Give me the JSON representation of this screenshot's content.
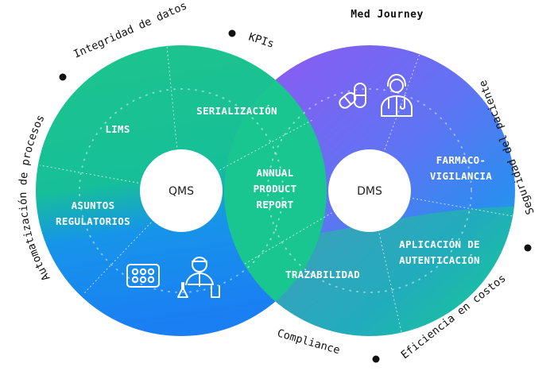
{
  "brand": "Med Journey",
  "hubs": {
    "left": "QMS",
    "right": "DMS"
  },
  "left_segments": {
    "lims": "LIMS",
    "serializacion": "SERIALIZACIÓN",
    "asuntos": [
      "ASUNTOS",
      "REGULATORIOS"
    ]
  },
  "center_segment": [
    "ANNUAL",
    "PRODUCT",
    "REPORT"
  ],
  "right_segments": {
    "farmaco": [
      "FARMACO-",
      "VIGILANCIA"
    ],
    "aplicacion": [
      "APLICACIÓN DE",
      "AUTENTICACIÓN"
    ],
    "trazabilidad": "TRAZABILIDAD"
  },
  "outer_labels": {
    "automatizacion": "Automatización de procesos",
    "integridad": "Integridad de datos",
    "kpis": "KPIs",
    "seguridad": "Seguridad del paciente",
    "eficiencia": "Eficiencia en costos",
    "compliance": "Compliance"
  },
  "icons": {
    "left": [
      "pill-blister-icon",
      "scientist-lab-icon"
    ],
    "right": [
      "capsule-pill-icon",
      "doctor-icon"
    ]
  },
  "colors": {
    "green": "#17c793",
    "blue": "#1a86f2",
    "purple": "#8b5cf0",
    "dark": "#111111",
    "white": "#ffffff"
  }
}
